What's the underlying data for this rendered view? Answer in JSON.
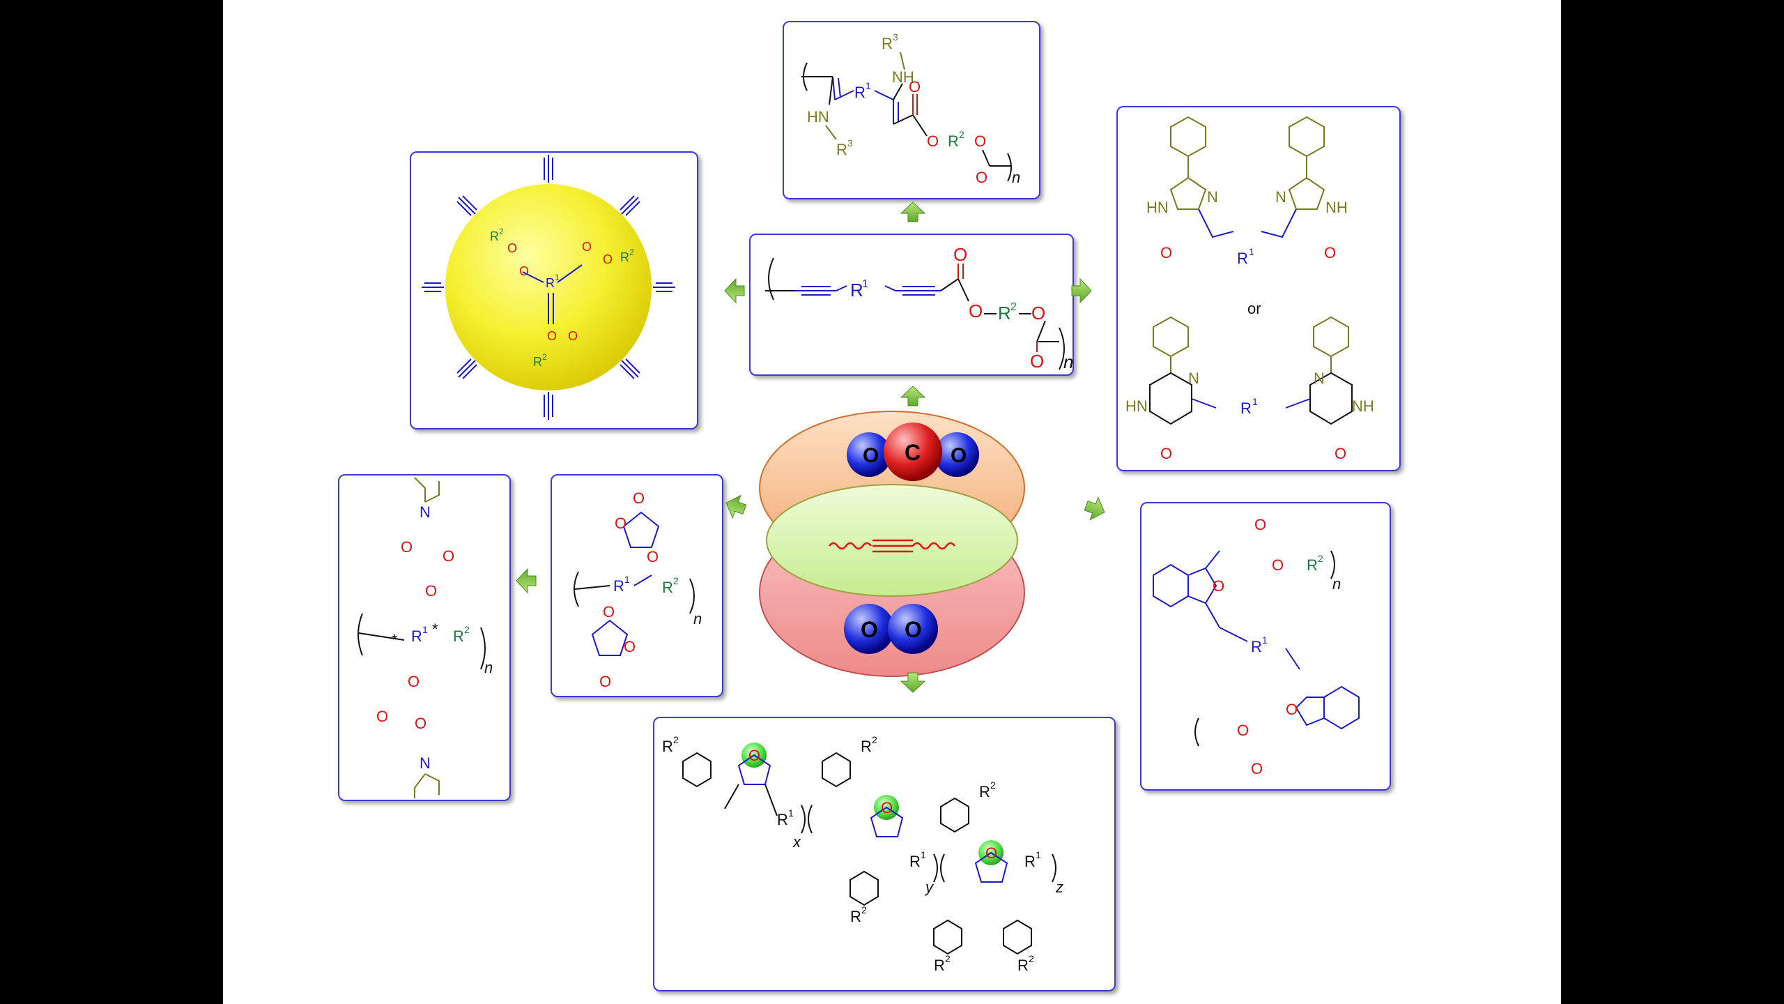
{
  "center": {
    "co2_atoms": [
      "O",
      "C",
      "O"
    ],
    "o2_atoms": [
      "O",
      "O"
    ]
  },
  "labels": {
    "or": "or",
    "R1": "R",
    "R2": "R",
    "R3": "R",
    "sup1": "1",
    "sup2": "2",
    "sup3": "3",
    "n": "n",
    "x": "x",
    "y": "y",
    "z": "z",
    "O": "O",
    "NH": "NH",
    "HN": "HN",
    "N": "N",
    "star": "*"
  },
  "colors": {
    "panel_border": "#3a3ad8",
    "arrow_green": "#7ac142",
    "blue_bond": "#1a1acc",
    "red_atom": "#e01010",
    "green_group": "#1a7a3a",
    "olive_group": "#7a7a20",
    "black": "#111111",
    "sphere_yellow": "#f5f030",
    "oval_orange": "#f7c79a",
    "oval_green": "#d6f2b0",
    "oval_red": "#f4a0a0"
  },
  "icons": [
    "arrow-right-icon",
    "arrow-left-icon",
    "arrow-up-icon",
    "arrow-down-icon"
  ]
}
